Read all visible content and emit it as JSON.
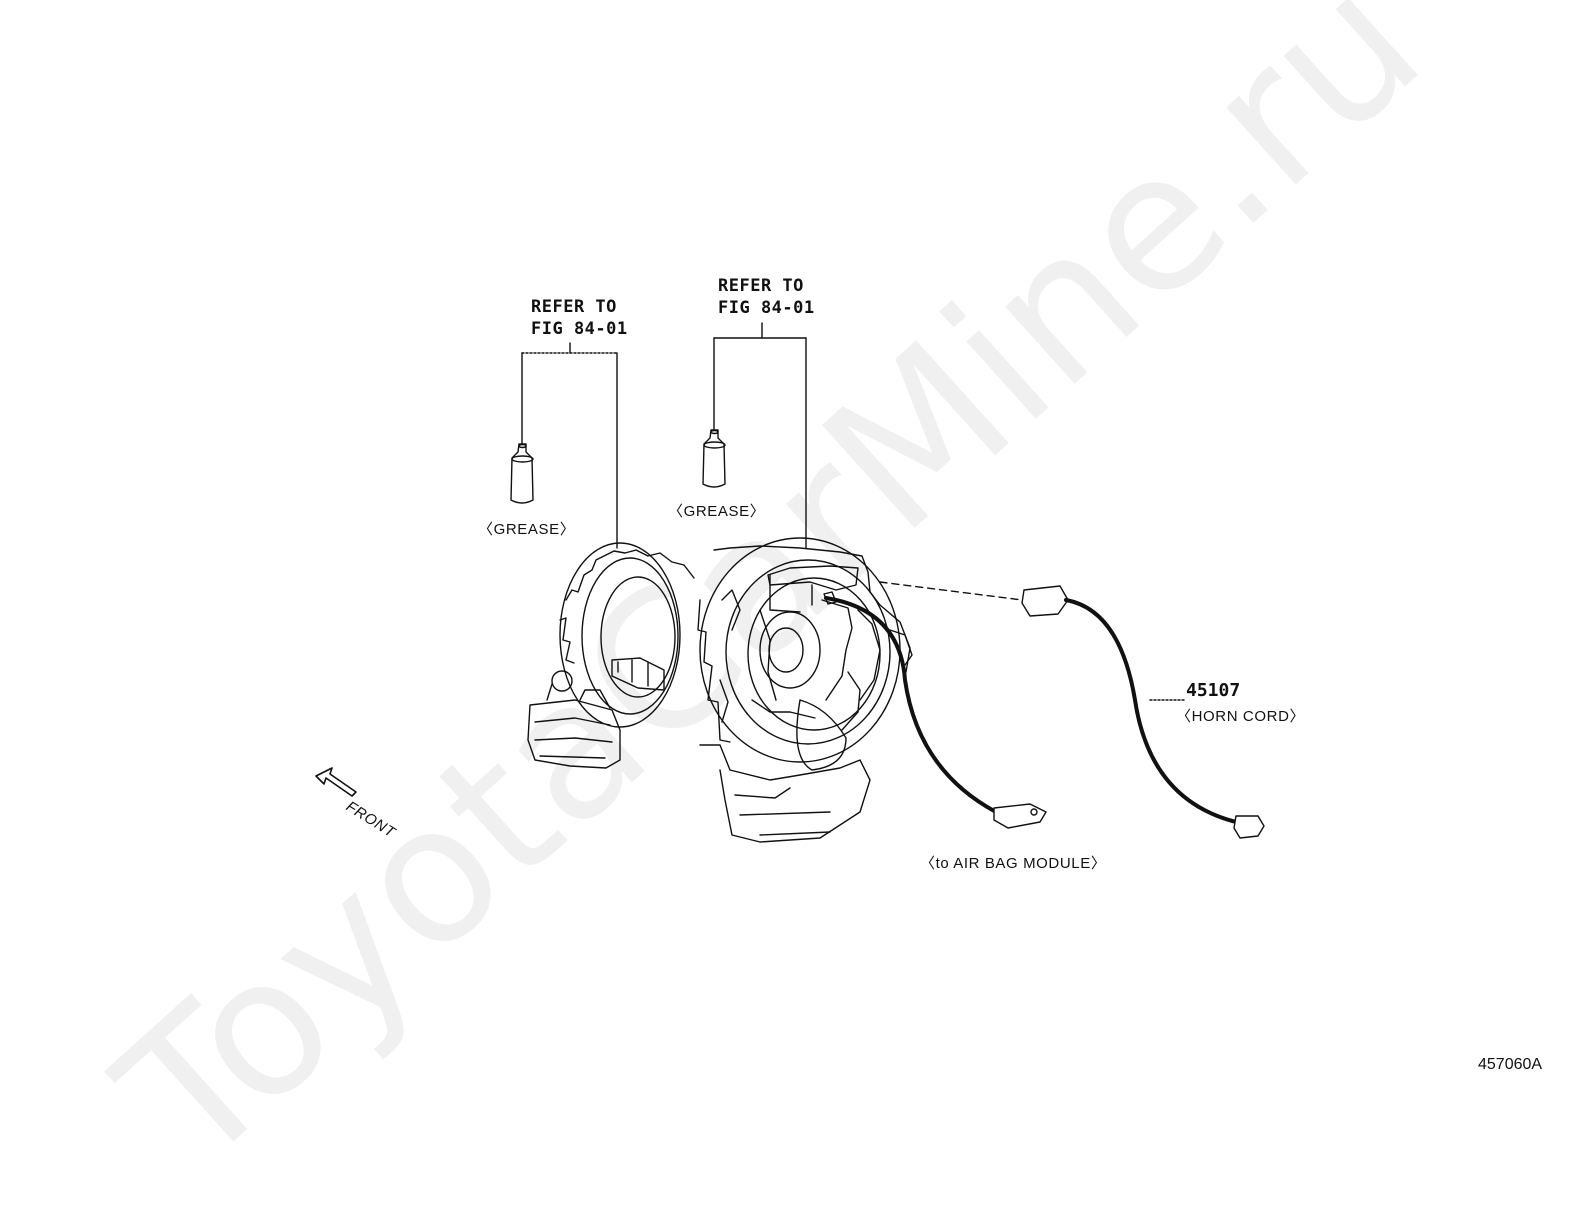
{
  "watermark": {
    "text": "ToyotaCarMine.ru"
  },
  "callouts": {
    "left_refer": {
      "line1": "REFER TO",
      "line2": "FIG 84-01"
    },
    "right_refer": {
      "line1": "REFER TO",
      "line2": "FIG 84-01"
    },
    "left_grease": "〈GREASE〉",
    "right_grease": "〈GREASE〉"
  },
  "parts": {
    "horn_cord": {
      "number": "45107",
      "name": "〈HORN CORD〉"
    }
  },
  "labels": {
    "air_bag": "〈to AIR BAG MODULE〉",
    "front": "FRONT"
  },
  "figure_id": "457060A"
}
